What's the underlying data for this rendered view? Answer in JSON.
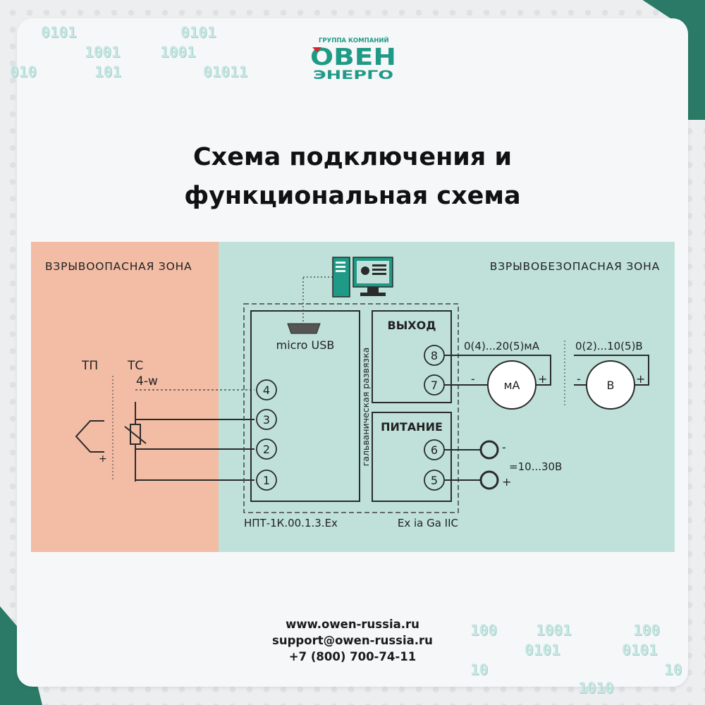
{
  "brand": {
    "group_label": "ГРУППА КОМПАНИЙ",
    "name": "ОВЕН",
    "sub": "ЭНЕРГО",
    "color_green": "#1f9a86",
    "color_red": "#d8232a"
  },
  "binary_top": [
    "0101",
    "0101",
    "1001",
    "1001",
    "010",
    "101",
    "01011"
  ],
  "binary_bottom": [
    "100",
    "1001",
    "100",
    "0101",
    "0101",
    "10",
    "10",
    "1010"
  ],
  "title_line1": "Схема подключения и",
  "title_line2": "функциональная схема",
  "diagram": {
    "hazard_zone_label": "ВЗРЫВООПАСНАЯ ЗОНА",
    "safe_zone_label": "ВЗРЫВОБЕЗОПАСНАЯ ЗОНА",
    "tp_label": "ТП",
    "tc_label": "ТС",
    "wire_label": "4-w",
    "plus_sign": "+",
    "minus_sign": "-",
    "usb_label": "micro USB",
    "terminals_input": [
      "4",
      "3",
      "2",
      "1"
    ],
    "isolation_label": "гальваническая развязка",
    "output_block_label": "ВЫХОД",
    "output_terminals": [
      "8",
      "7"
    ],
    "power_block_label": "ПИТАНИЕ",
    "power_terminals": [
      "6",
      "5"
    ],
    "current_range": "0(4)...20(5)мА",
    "voltage_range": "0(2)...10(5)В",
    "ma_meter": "мА",
    "v_meter": "В",
    "supply_voltage": "=10...30В",
    "device_model": "НПТ-1К.00.1.3.Ex",
    "ex_marking": "Ex ia Ga IIC",
    "colors": {
      "hazard_bg": "#f2bca5",
      "safe_bg": "#bfe1d9",
      "line": "#2b2b2b"
    }
  },
  "contacts": {
    "website": "www.owen-russia.ru",
    "email": "support@owen-russia.ru",
    "phone": "+7 (800) 700-74-11"
  }
}
